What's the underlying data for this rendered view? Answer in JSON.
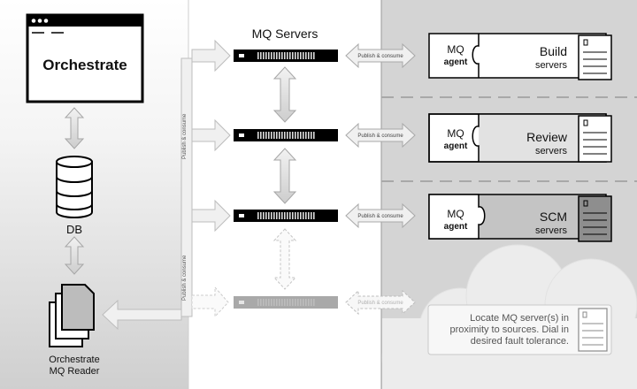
{
  "header": {
    "mq_servers_title": "MQ Servers"
  },
  "left": {
    "orchestrate_label": "Orchestrate",
    "db_label": "DB",
    "reader_label_line1": "Orchestrate",
    "reader_label_line2": "MQ Reader"
  },
  "pub_consume": "Publish & consume",
  "rows": [
    {
      "agent_line1": "MQ",
      "agent_line2": "agent",
      "name": "Build",
      "sub": "servers"
    },
    {
      "agent_line1": "MQ",
      "agent_line2": "agent",
      "name": "Review",
      "sub": "servers"
    },
    {
      "agent_line1": "MQ",
      "agent_line2": "agent",
      "name": "SCM",
      "sub": "servers"
    }
  ],
  "note": {
    "line1": "Locate MQ server(s) in",
    "line2": "proximity to sources. Dial in",
    "line3": "desired fault tolerance."
  }
}
